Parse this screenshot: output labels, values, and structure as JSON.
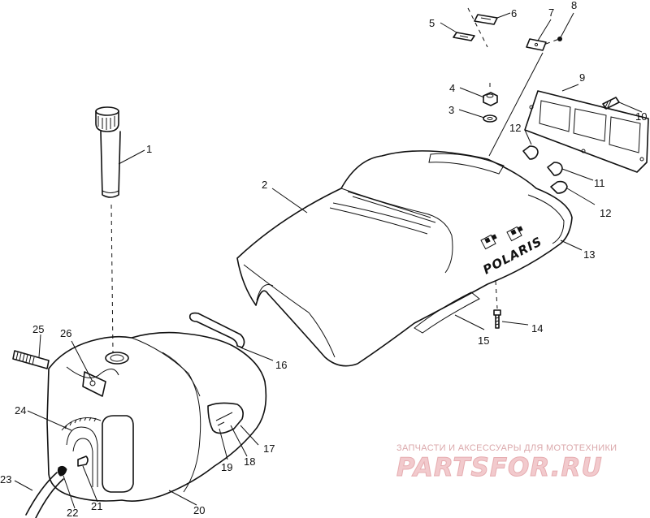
{
  "diagram": {
    "part_labels": {
      "p1": "1",
      "p2": "2",
      "p3": "3",
      "p4": "4",
      "p5": "5",
      "p6": "6",
      "p7": "7",
      "p8": "8",
      "p9": "9",
      "p10": "10",
      "p11": "11",
      "p12a": "12",
      "p12b": "12",
      "p13": "13",
      "p14": "14",
      "p15": "15",
      "p16": "16",
      "p17": "17",
      "p18": "18",
      "p19": "19",
      "p20": "20",
      "p21": "21",
      "p22": "22",
      "p23": "23",
      "p24": "24",
      "p25": "25",
      "p26": "26"
    },
    "seat_brand": "POLARIS"
  },
  "watermark": {
    "tagline": "ЗАПЧАСТИ И АКСЕССУАРЫ ДЛЯ МОТОТЕХНИКИ",
    "site": "PARTSFOR.RU"
  }
}
